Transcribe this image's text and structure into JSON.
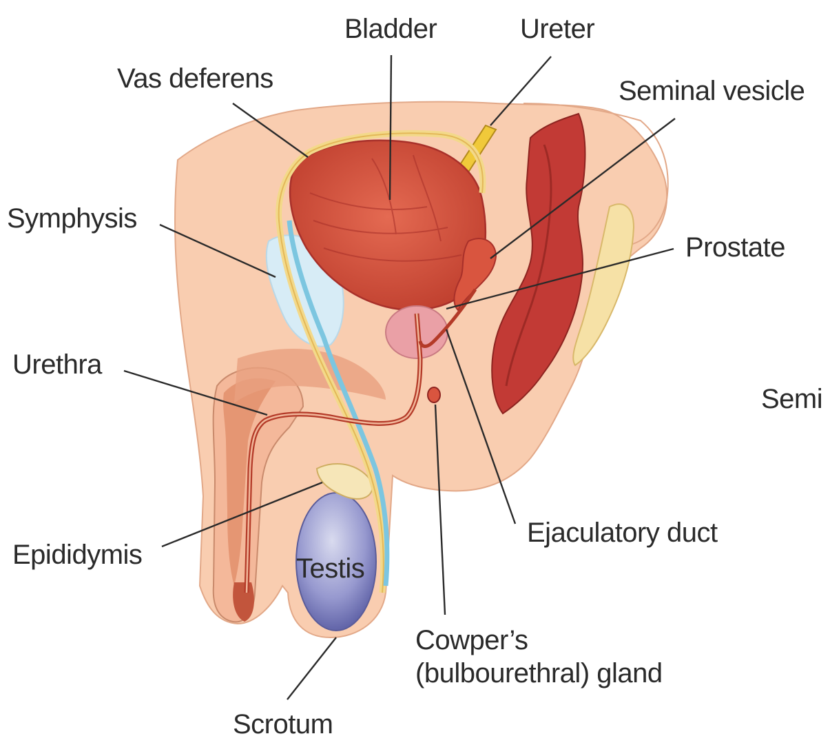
{
  "labels": {
    "bladder": "Bladder",
    "ureter": "Ureter",
    "vas_deferens": "Vas deferens",
    "seminal_vesicle": "Seminal vesicle",
    "symphysis": "Symphysis",
    "prostate": "Prostate",
    "urethra": "Urethra",
    "semi_partial": "Semi",
    "epididymis": "Epididymis",
    "testis": "Testis",
    "ejaculatory_duct": "Ejaculatory duct",
    "cowpers_line1": "Cowper’s",
    "cowpers_line2": "(bulbourethral) gland",
    "scrotum": "Scrotum"
  },
  "colors": {
    "skin": "#f9cdb0",
    "skin_dark": "#efb08e",
    "bladder": "#d9553f",
    "bladder_dark": "#a8302a",
    "rectum": "#c23a35",
    "ureter": "#f0c93a",
    "vas": "#f3d98a",
    "blue_tube": "#7cc6e0",
    "symphysis": "#cfe8f4",
    "testis": "#6f72b8",
    "prostate": "#eaa0a6",
    "spongy": "#e28f6c",
    "text": "#2a2a2a"
  }
}
